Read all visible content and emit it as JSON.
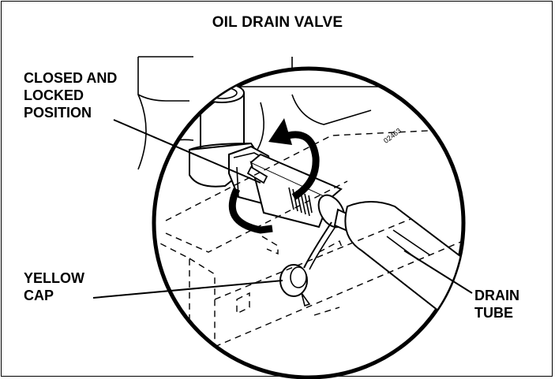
{
  "title": "OIL DRAIN VALVE",
  "labels": {
    "closed_locked": "CLOSED AND\nLOCKED\nPOSITION",
    "yellow_cap": "YELLOW\nCAP",
    "drain_tube": "DRAIN\nTUBE"
  },
  "figure_code": "02463",
  "icons": [
    "rotation-arrow-icon"
  ]
}
